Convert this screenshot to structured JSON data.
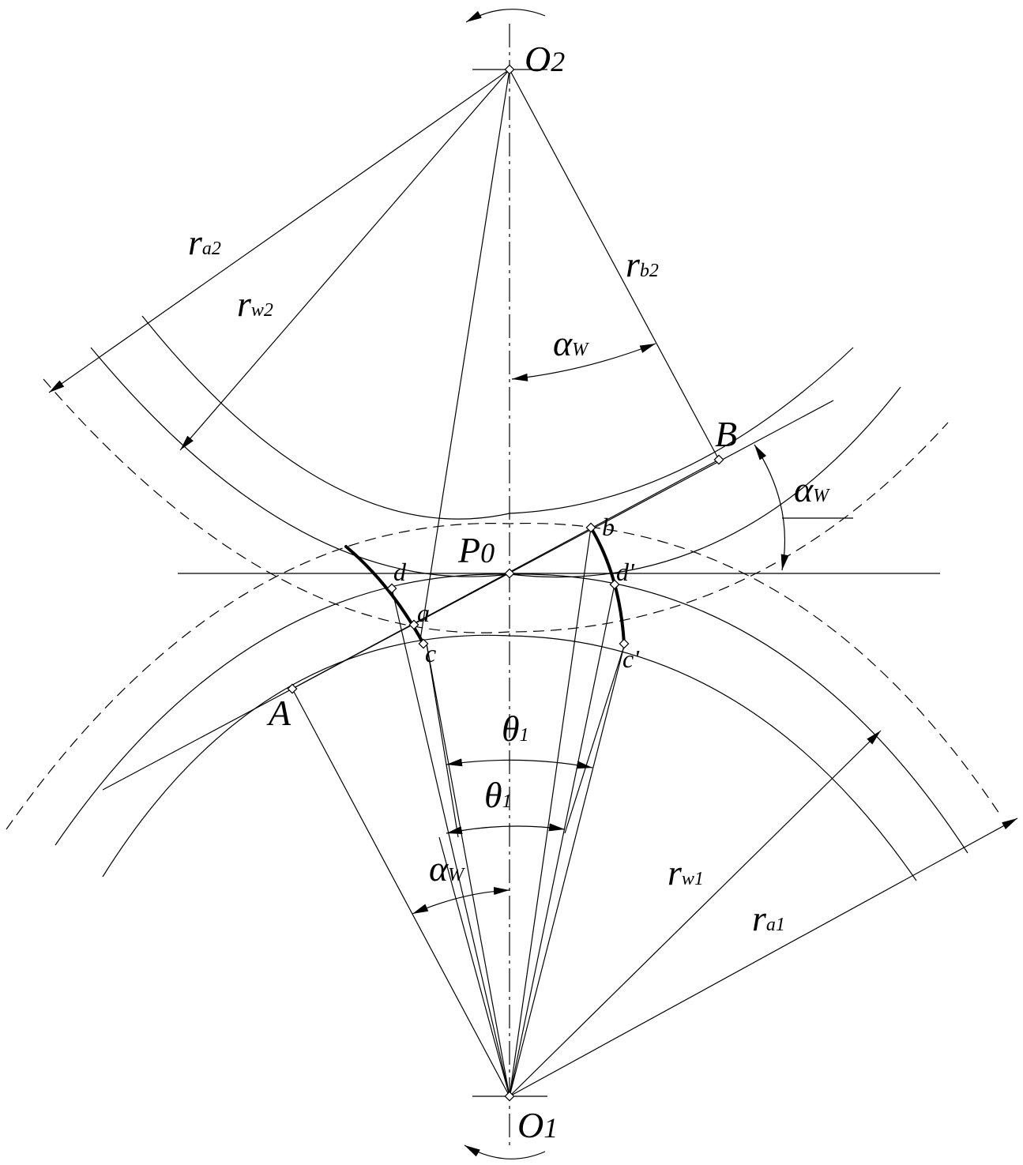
{
  "points": {
    "O2": {
      "main": "O",
      "sub": "2"
    },
    "O1": {
      "main": "O",
      "sub": "1"
    },
    "P0": {
      "main": "P",
      "sub": "0"
    },
    "A": "A",
    "B": "B",
    "a": "a",
    "b": "b",
    "c": "c",
    "c_prime": "c'",
    "d": "d",
    "d_prime": "d'"
  },
  "dimensions": {
    "ra2": {
      "main": "r",
      "sub": "a2"
    },
    "rw2": {
      "main": "r",
      "sub": "w2"
    },
    "rb2": {
      "main": "r",
      "sub": "b2"
    },
    "rw1": {
      "main": "r",
      "sub": "w1"
    },
    "ra1": {
      "main": "r",
      "sub": "a1"
    }
  },
  "angles": {
    "alpha_w_top": {
      "main": "α",
      "sub": "W"
    },
    "alpha_w_right": {
      "main": "α",
      "sub": "W"
    },
    "alpha_w_bottom": {
      "main": "α",
      "sub": "W"
    },
    "theta1_upper": {
      "main": "θ",
      "sub": "1"
    },
    "theta1_lower": {
      "main": "θ",
      "sub": "1"
    }
  }
}
